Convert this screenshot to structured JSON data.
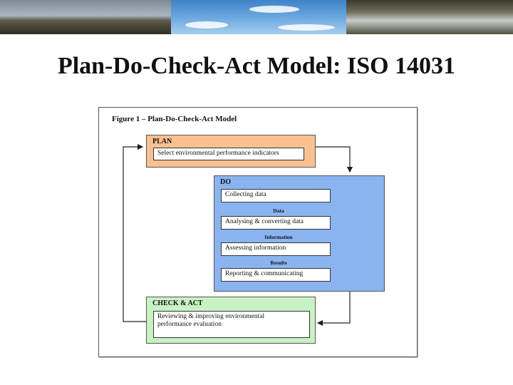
{
  "slide": {
    "title": "Plan-Do-Check-Act Model: ISO 14031"
  },
  "figure": {
    "caption": "Figure 1 – Plan-Do-Check-Act Model",
    "plan": {
      "label": "PLAN",
      "step": "Select environmental performance indicators"
    },
    "do": {
      "label": "DO",
      "steps": [
        "Collecting data",
        "Analysing & converting data",
        "Assessing information",
        "Reporting & communicating"
      ],
      "flows": [
        "Data",
        "Information",
        "Results"
      ]
    },
    "check_act": {
      "label": "CHECK & ACT",
      "step_line1": "Reviewing & improving environmental",
      "step_line2": "performance evaluation"
    }
  },
  "colors": {
    "plan": "#fac090",
    "do": "#8ab4f0",
    "check_act": "#c9f2c4"
  }
}
